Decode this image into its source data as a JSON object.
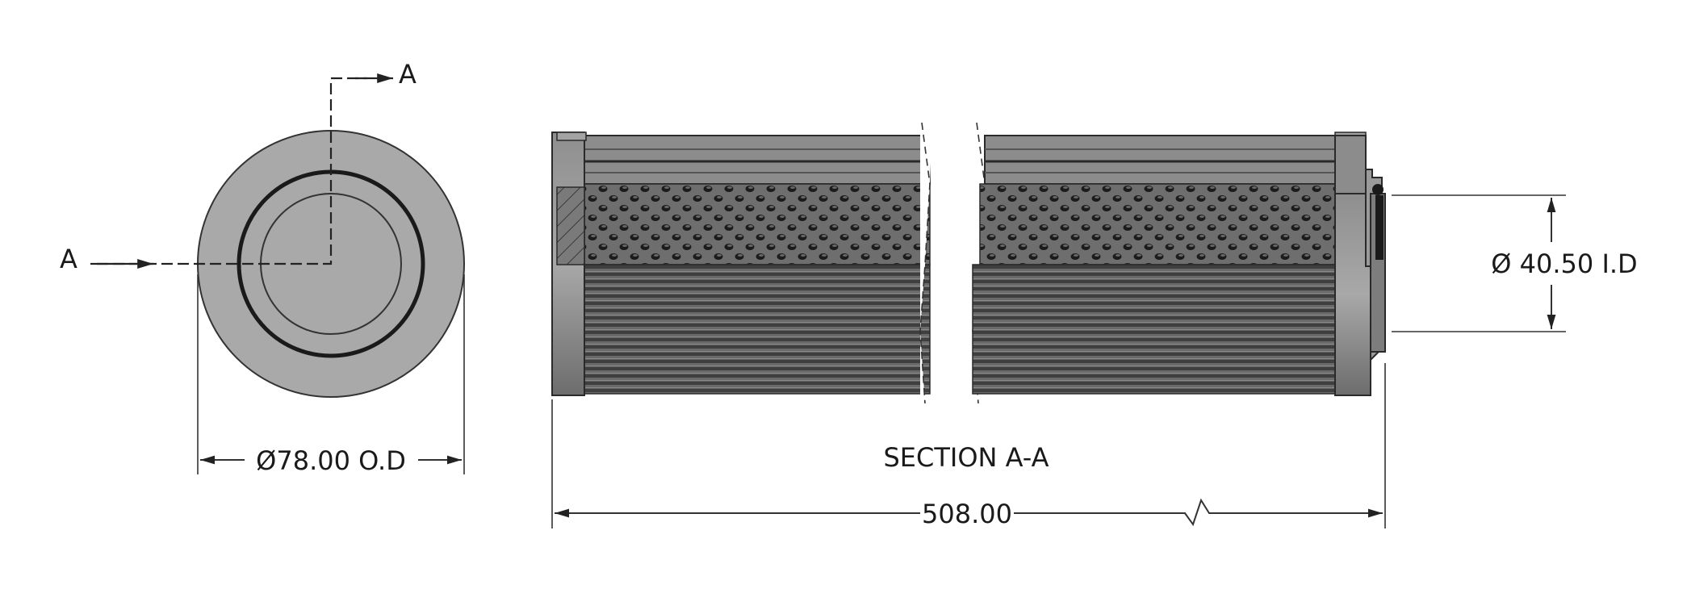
{
  "drawing": {
    "end_view": {
      "section_marker_top": "A",
      "section_marker_left": "A",
      "od_dimension": "Ø78.00 O.D"
    },
    "section_view": {
      "title": "SECTION A-A",
      "length_dimension": "508.00",
      "id_dimension": "Ø 40.50 I.D"
    }
  }
}
